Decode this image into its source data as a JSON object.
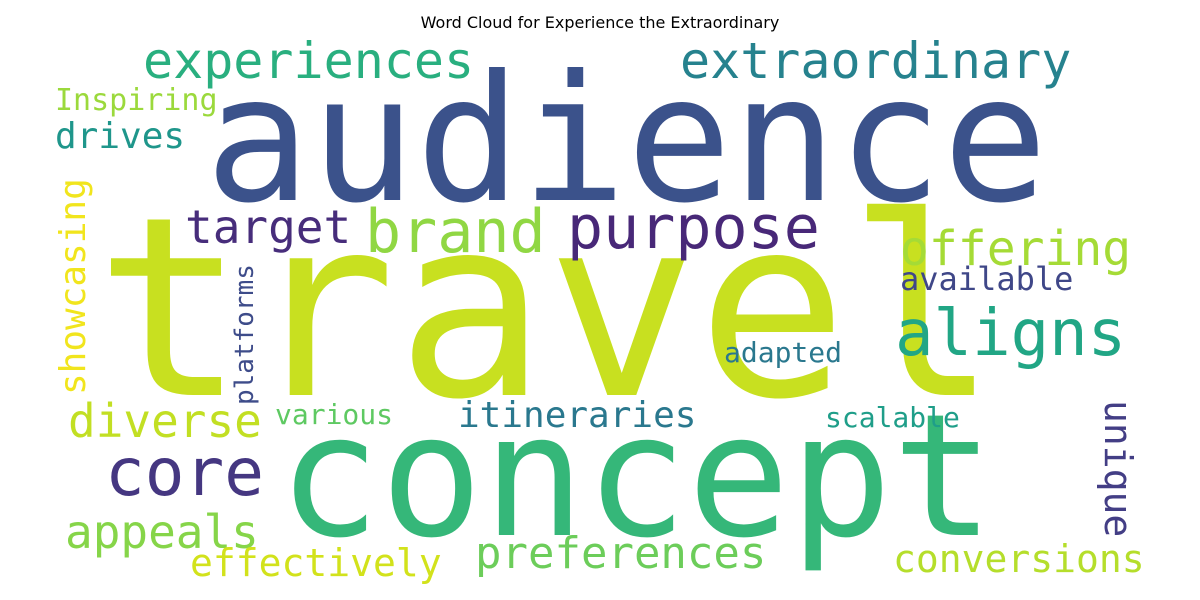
{
  "title": "Word Cloud for Experience the Extraordinary",
  "palette": "viridis",
  "words": [
    {
      "text": "travel",
      "color": "#c8e020"
    },
    {
      "text": "audience",
      "color": "#3b528b"
    },
    {
      "text": "concept",
      "color": "#35b779"
    },
    {
      "text": "brand",
      "color": "#90d743"
    },
    {
      "text": "purpose",
      "color": "#482878"
    },
    {
      "text": "aligns",
      "color": "#21a685"
    },
    {
      "text": "offering",
      "color": "#a5db36"
    },
    {
      "text": "core",
      "color": "#453781"
    },
    {
      "text": "experiences",
      "color": "#29af7f"
    },
    {
      "text": "extraordinary",
      "color": "#26828e"
    },
    {
      "text": "target",
      "color": "#472d7b"
    },
    {
      "text": "diverse",
      "color": "#c2df23"
    },
    {
      "text": "appeals",
      "color": "#86d549"
    },
    {
      "text": "preferences",
      "color": "#6ccd5a"
    },
    {
      "text": "effectively",
      "color": "#d2e21b"
    },
    {
      "text": "conversions",
      "color": "#b5de2b"
    },
    {
      "text": "itineraries",
      "color": "#2a788e"
    },
    {
      "text": "available",
      "color": "#3f4788"
    },
    {
      "text": "unique",
      "color": "#433e85"
    },
    {
      "text": "showcasing",
      "color": "#f1e51d"
    },
    {
      "text": "Inspiring",
      "color": "#9bd93c"
    },
    {
      "text": "drives",
      "color": "#1f968b"
    },
    {
      "text": "adapted",
      "color": "#2a788e"
    },
    {
      "text": "scalable",
      "color": "#1f9e89"
    },
    {
      "text": "various",
      "color": "#5ec962"
    },
    {
      "text": "platforms",
      "color": "#3e4c8a"
    }
  ]
}
